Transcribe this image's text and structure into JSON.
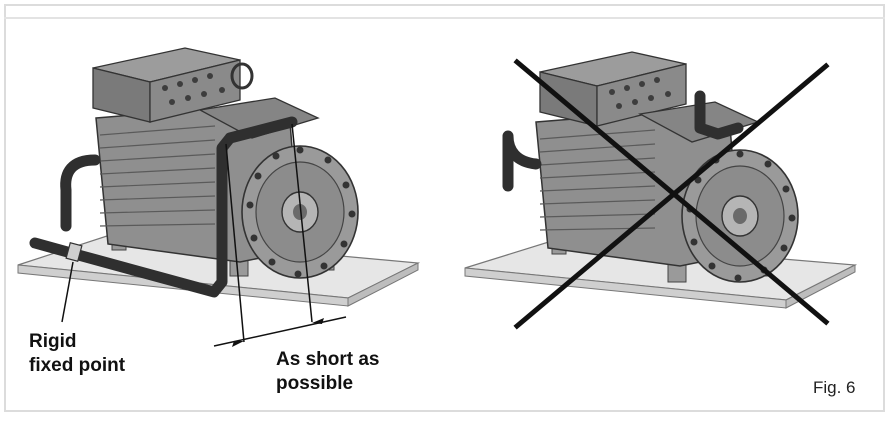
{
  "labels": {
    "rigid_line1": "Rigid",
    "rigid_line2": "fixed point",
    "short_line1": "As short as",
    "short_line2": "possible",
    "fig_number": "Fig. 6"
  },
  "colors": {
    "body_gray": "#8a8a8a",
    "dark_gray": "#4a4a4a",
    "pipe": "#2f2f2f",
    "plate": "#e6e6e6",
    "cross": "#111111"
  }
}
